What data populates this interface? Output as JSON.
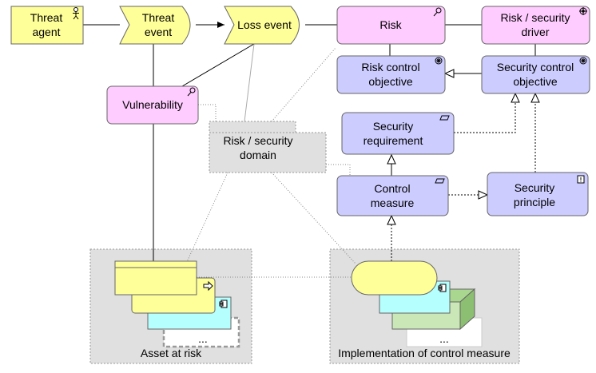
{
  "nodes": {
    "threat_agent": "Threat\nagent",
    "threat_event": "Threat\nevent",
    "loss_event": "Loss event",
    "risk": "Risk",
    "risk_security_driver": "Risk / security\ndriver",
    "risk_control_objective": "Risk control\nobjective",
    "security_control_objective": "Security control\nobjective",
    "vulnerability": "Vulnerability",
    "risk_security_domain": "Risk / security\ndomain",
    "security_requirement": "Security\nrequirement",
    "control_measure": "Control\nmeasure",
    "security_principle": "Security\nprinciple"
  },
  "groups": {
    "asset_at_risk": "Asset at risk",
    "implementation_of_control_measure": "Implementation of control measure"
  },
  "ellipsis": "...",
  "colors": {
    "business_yellow": "#ffff99",
    "motivation_pink": "#ffccff",
    "motivation_purple": "#ccccff",
    "application_cyan": "#b5ffff",
    "technology_green": "#c9e7b7",
    "group_grey": "#e0e0e0",
    "stroke": "#666666"
  }
}
